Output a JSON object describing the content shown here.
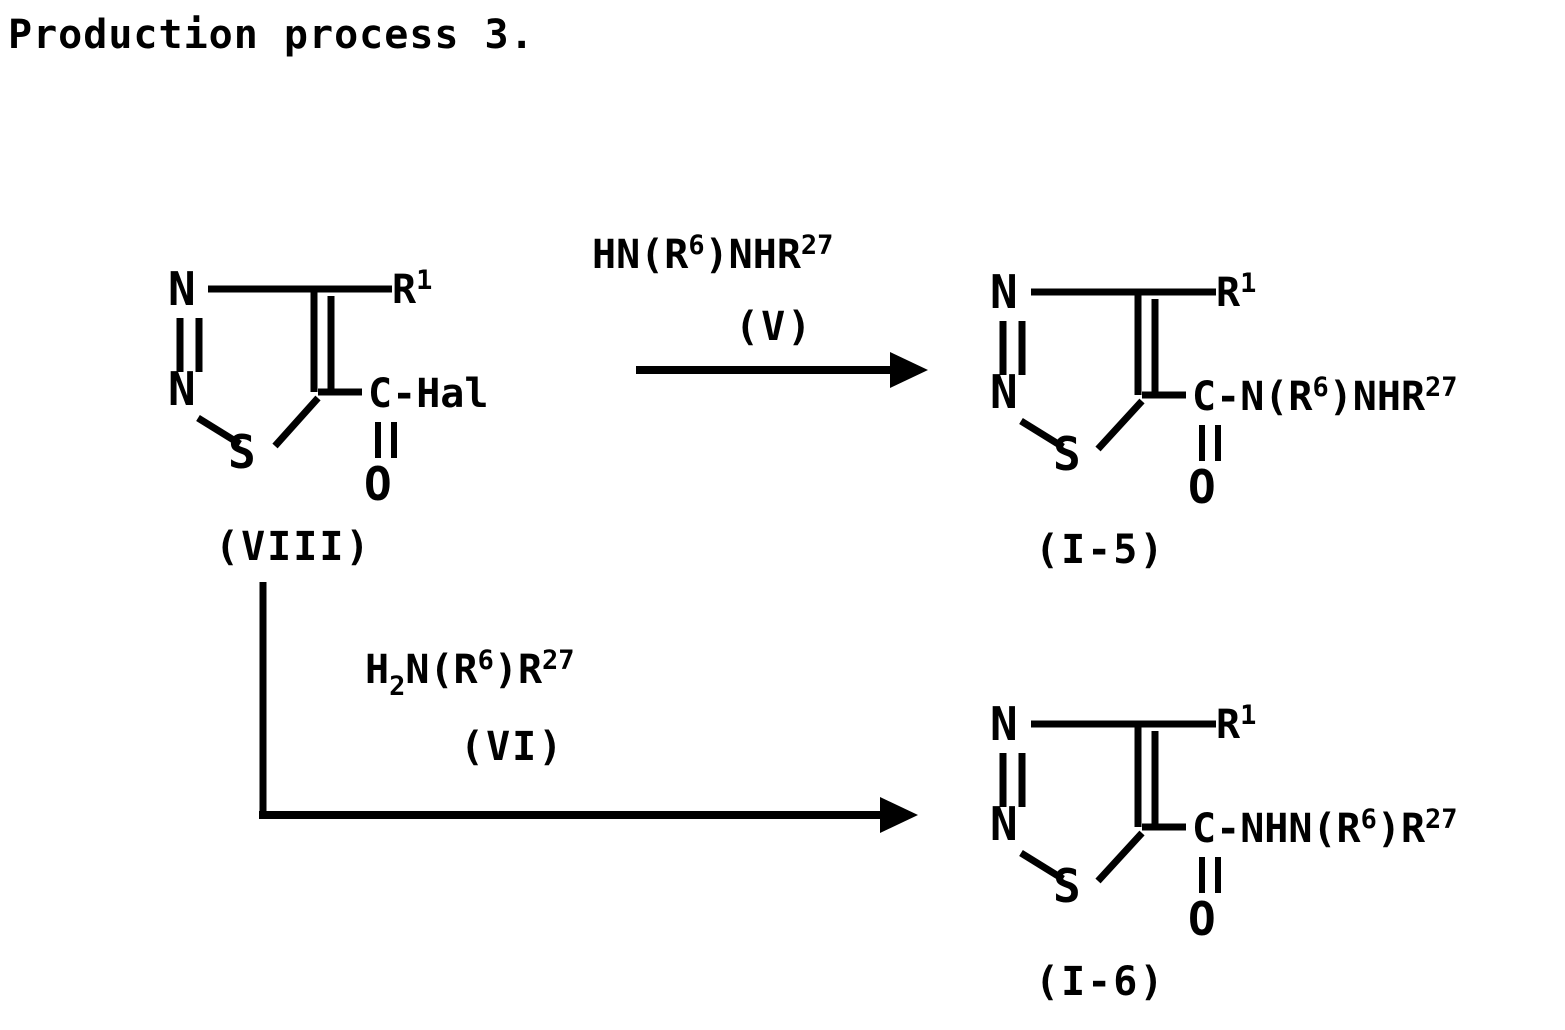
{
  "title": "Production process 3.",
  "scheme": {
    "type": "chemical-reaction-scheme",
    "reactant": {
      "id": "VIII",
      "label": "(VIII)",
      "ring": "1,2,3-thiadiazole",
      "ring_atoms": [
        "N",
        "N",
        "S"
      ],
      "substituent_top": "R",
      "substituent_top_sup": "1",
      "acyl_carbon": "C",
      "carbonyl_oxygen": "O",
      "leaving_group": "Hal",
      "acyl_text": "C",
      "acyl_bond_dash": "-",
      "acyl_tail": "Hal"
    },
    "reactions": [
      {
        "name": "hydrazide-formation",
        "reagent_main": "HN(R",
        "reagent_sup1": "6",
        "reagent_mid": ")NHR",
        "reagent_sup2": "27",
        "reagent_id": "(V)",
        "arrow": "right-arrow"
      },
      {
        "name": "amine-substitution",
        "reagent_main": "H",
        "reagent_sub": "2",
        "reagent_main2": "N(R",
        "reagent_sup1": "6",
        "reagent_mid": ")R",
        "reagent_sup2": "27",
        "reagent_id": "(VI)",
        "arrow": "right-arrow"
      }
    ],
    "products": [
      {
        "id": "I-5",
        "label": "(I-5)",
        "ring": "1,2,3-thiadiazole",
        "ring_atoms": [
          "N",
          "N",
          "S"
        ],
        "substituent_top": "R",
        "substituent_top_sup": "1",
        "acyl_carbon": "C",
        "carbonyl_oxygen": "O",
        "amide_head": "C",
        "amide_dash": "-",
        "amide_main": "N(R",
        "amide_sup1": "6",
        "amide_mid": ")NHR",
        "amide_sup2": "27"
      },
      {
        "id": "I-6",
        "label": "(I-6)",
        "ring": "1,2,3-thiadiazole",
        "ring_atoms": [
          "N",
          "N",
          "S"
        ],
        "substituent_top": "R",
        "substituent_top_sup": "1",
        "acyl_carbon": "C",
        "carbonyl_oxygen": "O",
        "amide_head": "C",
        "amide_dash": "-",
        "amide_main": "NHN(R",
        "amide_sup1": "6",
        "amide_mid": ")R",
        "amide_sup2": "27"
      }
    ]
  },
  "colors": {
    "ink": "#000000",
    "paper": "#ffffff"
  }
}
